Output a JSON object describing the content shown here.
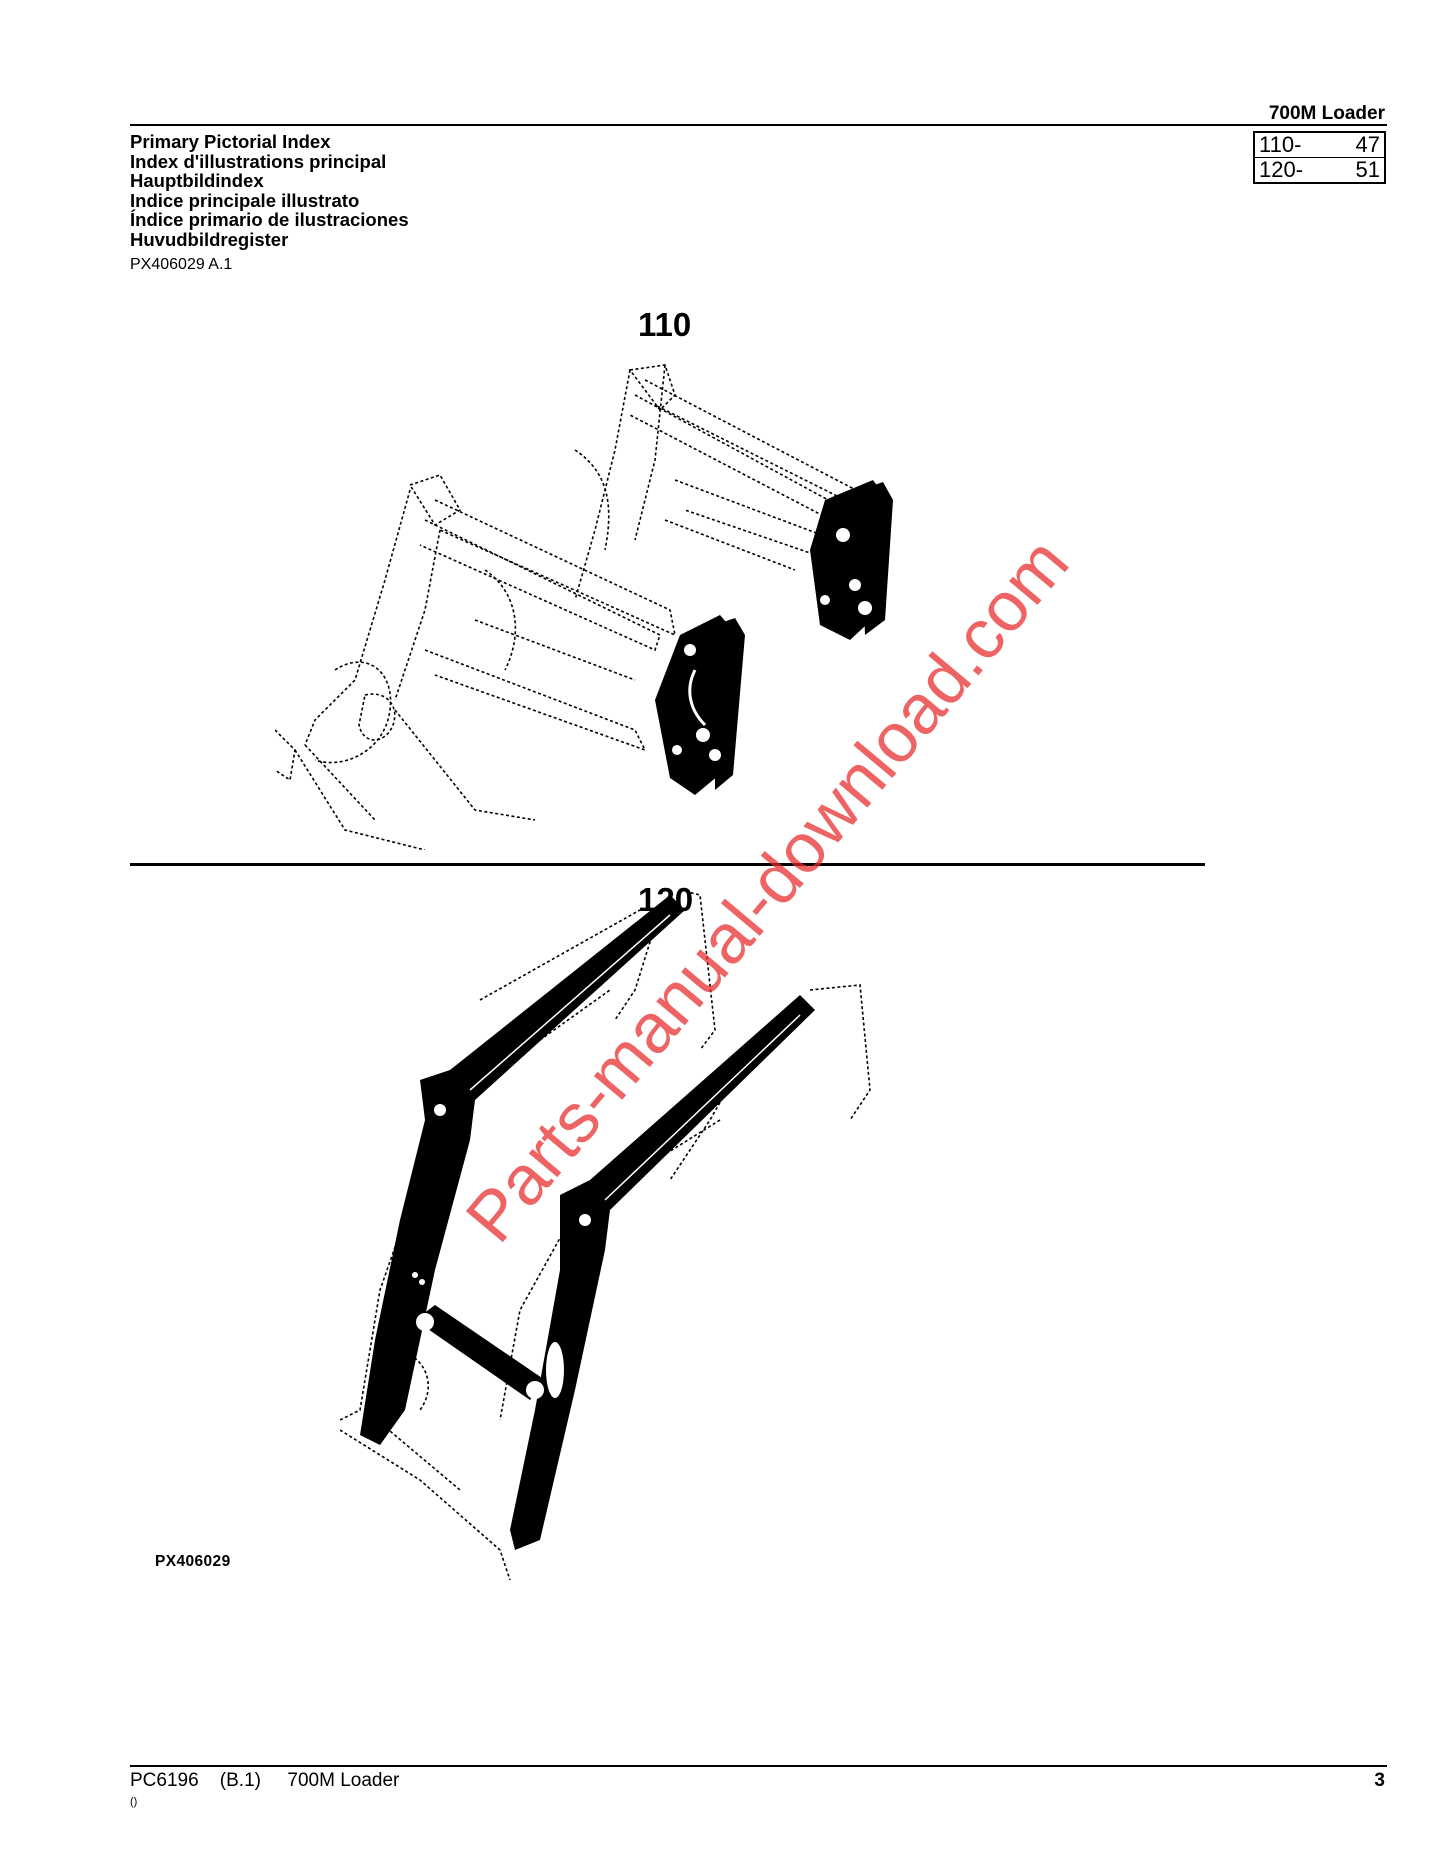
{
  "header": {
    "product": "700M  Loader",
    "index_rows": [
      {
        "section": "110-",
        "page": "47"
      },
      {
        "section": "120-",
        "page": "51"
      }
    ]
  },
  "titles": [
    "Primary Pictorial Index",
    "Index d'illustrations principal",
    "Hauptbildindex",
    "Indice principale illustrato",
    "Índice primario de ilustraciones",
    "Huvudbildregister"
  ],
  "ref_code": "PX406029 A.1",
  "sections": [
    {
      "number": "110"
    },
    {
      "number": "120"
    }
  ],
  "figure_code": "PX406029",
  "watermark": "Parts-manual-download.com",
  "footer": {
    "doc": "PC6196",
    "revision": "(B.1)",
    "title": "700M Loader",
    "sub": "()",
    "page": "3"
  }
}
